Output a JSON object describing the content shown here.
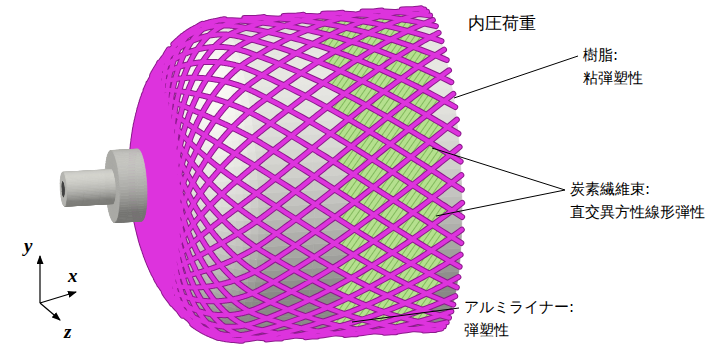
{
  "diagram": {
    "labels": [
      "内圧荷重",
      "樹脂: 粘弾塑性",
      "炭素繊維束: 直交異方性線形弾性",
      "アルミライナー: 弾塑性",
      "y",
      "x",
      "z"
    ]
  }
}
